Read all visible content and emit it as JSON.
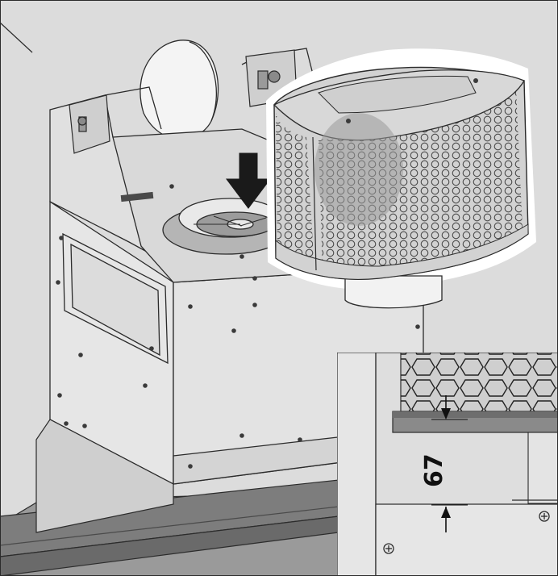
{
  "figure": {
    "arrow_direction": "down",
    "detail_inset": {
      "dimension_value": "67"
    }
  },
  "colors": {
    "background": "#dcdcdc",
    "panel": "#e3e3e3",
    "panel_shade": "#c8c8c8",
    "dark_strip": "#7d7d7d",
    "duct": "#f4f4f4",
    "filter_body": "#d2d2d2",
    "filter_halo": "#ffffff",
    "outline": "#2b2b2b",
    "arrow": "#1a1a1a",
    "inset_bg": "#dedede"
  },
  "icons": [
    "arrow-down-icon",
    "screw-icon",
    "bracket-icon",
    "hex-mesh-pattern"
  ]
}
